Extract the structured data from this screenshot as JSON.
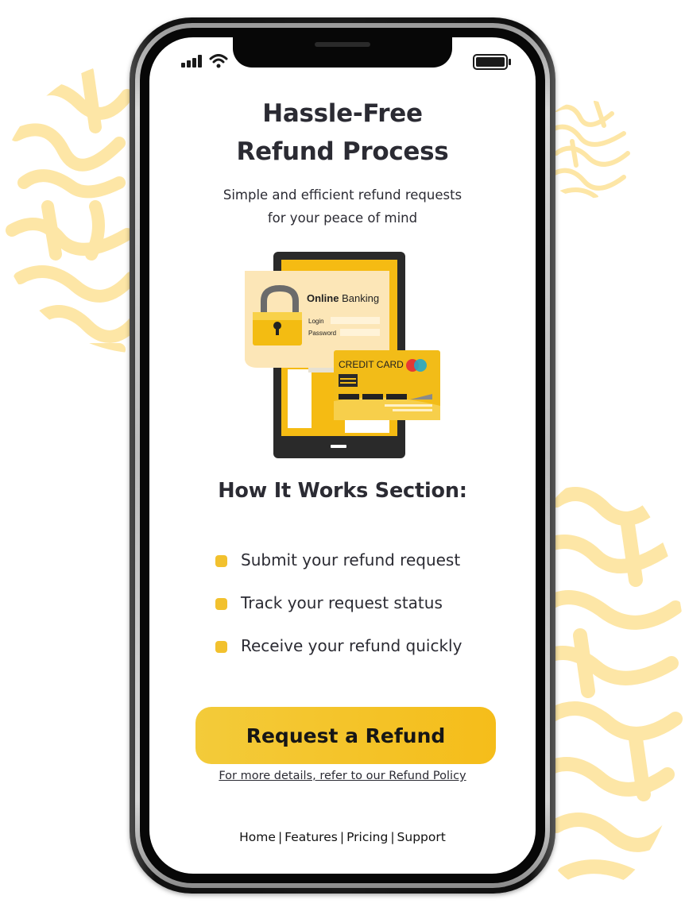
{
  "status_bar": {
    "signal_icon": "signal-bars-icon",
    "wifi_icon": "wifi-icon",
    "battery_icon": "battery-icon"
  },
  "hero": {
    "title_line1": "Hassle-Free",
    "title_line2": "Refund Process",
    "subtitle_line1": "Simple and efficient refund requests",
    "subtitle_line2": "for your peace of mind"
  },
  "illustration": {
    "panel_title_bold": "Online",
    "panel_title_rest": " Banking",
    "login_label": "Login",
    "password_label": "Password",
    "card_label": "CREDIT CARD",
    "lock_icon": "padlock-icon"
  },
  "how_it_works": {
    "title": "How It Works Section:",
    "steps": [
      "Submit your refund request",
      "Track your request status",
      "Receive your refund quickly"
    ]
  },
  "cta": {
    "label": "Request a Refund"
  },
  "policy_link": {
    "text": "For more details, refer to our Refund Policy"
  },
  "footer": {
    "links": [
      "Home",
      "Features",
      "Pricing",
      "Support"
    ],
    "separator": "|"
  },
  "colors": {
    "accent": "#f5c01f",
    "text": "#2b2b33",
    "decor": "#fde9b0"
  }
}
